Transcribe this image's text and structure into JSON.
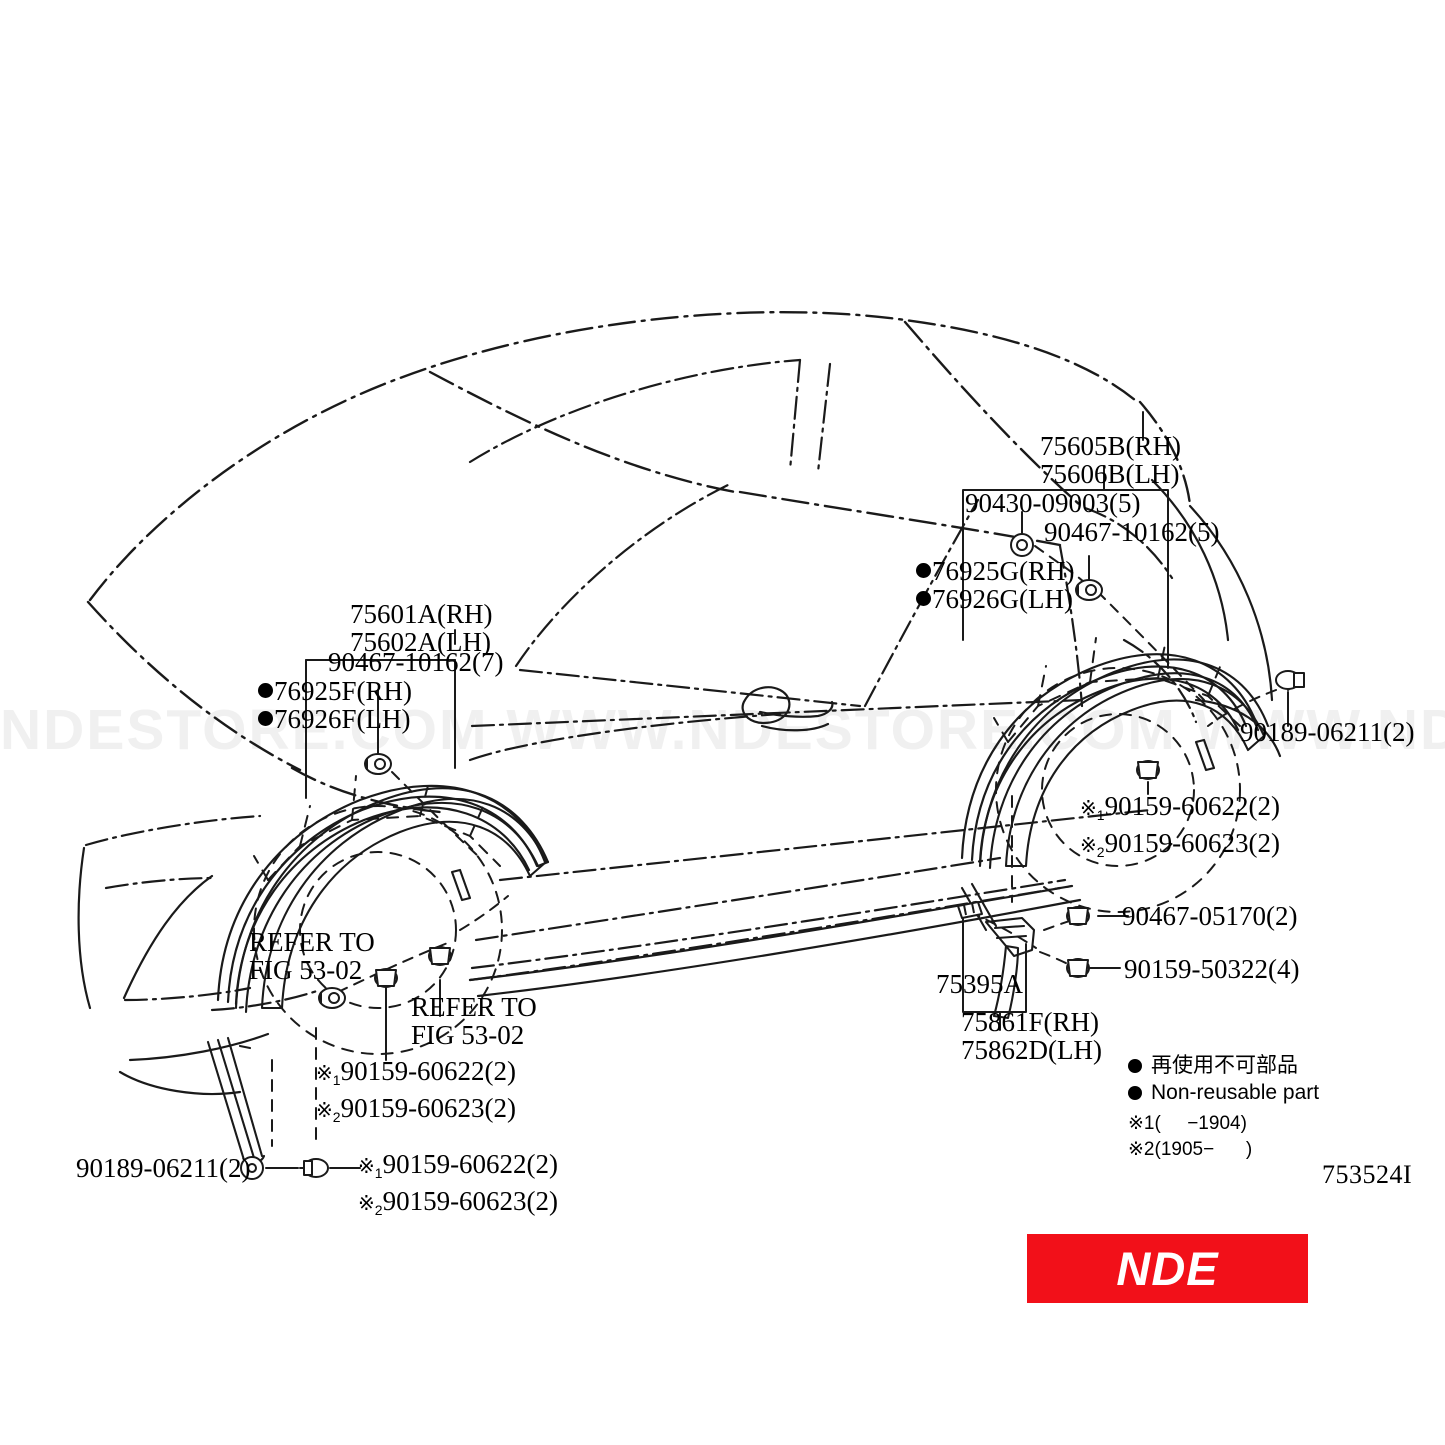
{
  "diagram": {
    "code": "753524I",
    "watermark": "NDESTORE.COM WWW.NDESTORE.COM WWW.NDESTORE.COM WWW.NDESTORE."
  },
  "brand": {
    "logo_text": "NDE",
    "logo_bg": "#f21019",
    "logo_fg": "#ffffff"
  },
  "legend": {
    "nonreusable_jp": "再使用不可部品",
    "nonreusable_en": "Non-reusable part",
    "note1": "※1(     −1904)",
    "note2": "※2(1905−      )",
    "dot_color": "#000000"
  },
  "callouts": [
    {
      "id": "c1",
      "name": "rear-roof-drip-moulding",
      "lines": [
        "75605B(RH)",
        "75606B(LH)"
      ]
    },
    {
      "id": "c2",
      "name": "clip-90430-09003",
      "lines": [
        "90430-09003(5)"
      ]
    },
    {
      "id": "c3",
      "name": "clip-90467-10162-rear",
      "lines": [
        "90467-10162(5)"
      ]
    },
    {
      "id": "c4",
      "name": "rear-clip-76925g-76926g",
      "lines": [
        "76925G(RH)",
        "76926G(LH)"
      ],
      "dots": true
    },
    {
      "id": "c5",
      "name": "front-overfender-75601a",
      "lines": [
        "75601A(RH)",
        "75602A(LH)"
      ]
    },
    {
      "id": "c6",
      "name": "clip-90467-10162-front",
      "lines": [
        "90467-10162(7)"
      ]
    },
    {
      "id": "c7",
      "name": "front-clip-76925f-76926f",
      "lines": [
        "76925F(RH)",
        "76926F(LH)"
      ],
      "dots": true
    },
    {
      "id": "c8",
      "name": "refer-fig-53-02-left",
      "lines": [
        "REFER TO",
        "FIG 53-02"
      ]
    },
    {
      "id": "c9",
      "name": "refer-fig-53-02-right",
      "lines": [
        "REFER TO",
        "FIG 53-02"
      ]
    },
    {
      "id": "c10",
      "name": "screw-90159-front",
      "lines": [
        "90159-60622(2)",
        "90159-60623(2)"
      ],
      "marks": [
        "1",
        "2"
      ]
    },
    {
      "id": "c11",
      "name": "screw-90159-rear",
      "lines": [
        "90159-60622(2)",
        "90159-60623(2)"
      ],
      "marks": [
        "1",
        "2"
      ]
    },
    {
      "id": "c12",
      "name": "screw-90159-bottom",
      "lines": [
        "90159-60622(2)",
        "90159-60623(2)"
      ],
      "marks": [
        "1",
        "2"
      ]
    },
    {
      "id": "c13",
      "name": "clip-90189-06211-rear",
      "lines": [
        "90189-06211(2)"
      ]
    },
    {
      "id": "c14",
      "name": "clip-90189-06211-bottom",
      "lines": [
        "90189-06211(2)"
      ]
    },
    {
      "id": "c15",
      "name": "bolt-90467-05170",
      "lines": [
        "90467-05170(2)"
      ]
    },
    {
      "id": "c16",
      "name": "screw-90159-50322",
      "lines": [
        "90159-50322(4)"
      ]
    },
    {
      "id": "c17",
      "name": "mudguard-retainer-75395a",
      "lines": [
        "75395A"
      ]
    },
    {
      "id": "c18",
      "name": "mudguard-75861f-75862d",
      "lines": [
        "75861F(RH)",
        "75862D(LH)"
      ]
    }
  ]
}
